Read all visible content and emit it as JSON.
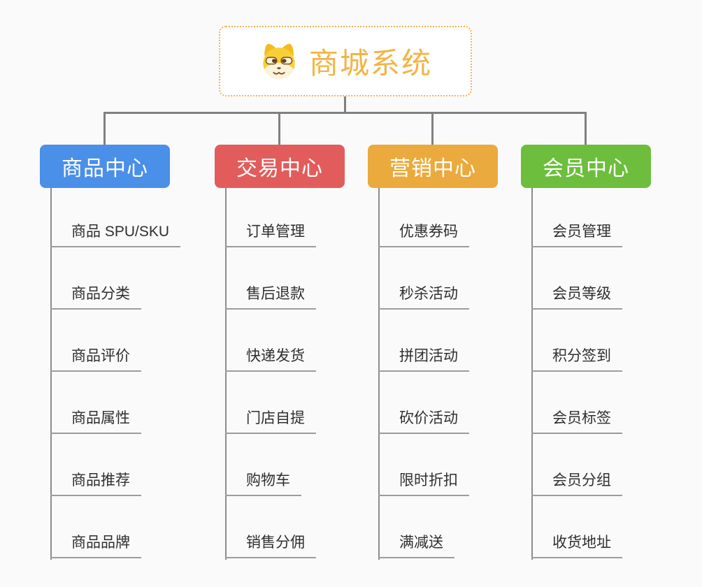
{
  "root": {
    "title": "商城系统",
    "icon": "dog-face-icon",
    "border_color": "#f6b155",
    "title_color": "#f2b446"
  },
  "connector_color": "#808080",
  "background_color": "#fafafa",
  "branches": [
    {
      "label": "商品中心",
      "color": "#4a8fe8",
      "children": [
        "商品 SPU/SKU",
        "商品分类",
        "商品评价",
        "商品属性",
        "商品推荐",
        "商品品牌"
      ]
    },
    {
      "label": "交易中心",
      "color": "#e25c5c",
      "children": [
        "订单管理",
        "售后退款",
        "快递发货",
        "门店自提",
        "购物车",
        "销售分佣"
      ]
    },
    {
      "label": "营销中心",
      "color": "#ebaa3d",
      "children": [
        "优惠券码",
        "秒杀活动",
        "拼团活动",
        "砍价活动",
        "限时折扣",
        "满减送"
      ]
    },
    {
      "label": "会员中心",
      "color": "#6cbe3c",
      "children": [
        "会员管理",
        "会员等级",
        "积分签到",
        "会员标签",
        "会员分组",
        "收货地址"
      ]
    }
  ]
}
